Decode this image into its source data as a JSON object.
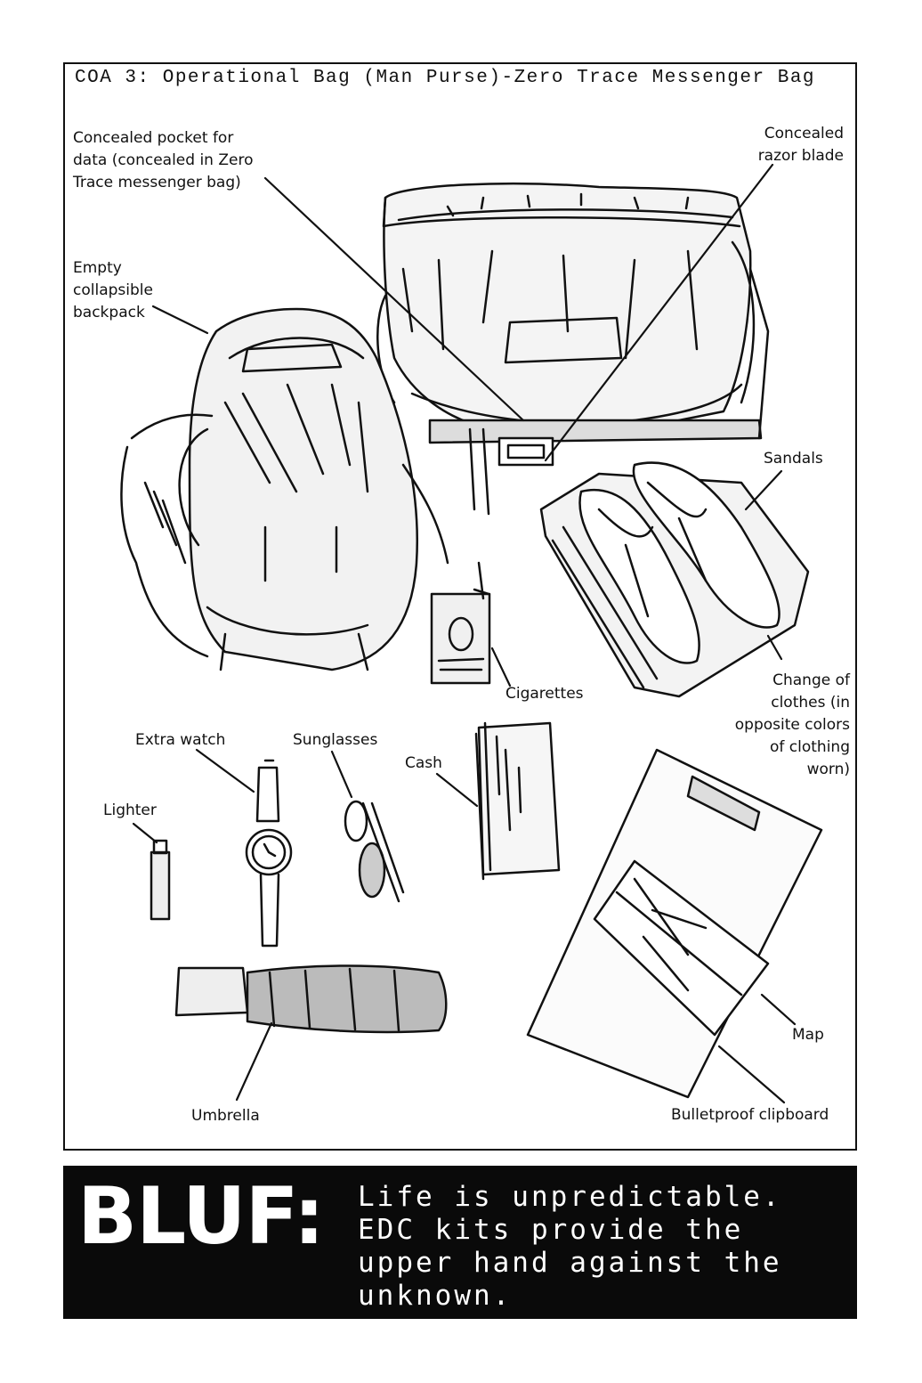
{
  "title": "COA 3: Operational Bag (Man Purse)-Zero Trace Messenger Bag",
  "labels": {
    "concealed_pocket": [
      "Concealed pocket for",
      "data (concealed in Zero",
      "Trace messenger bag)"
    ],
    "razor_blade": [
      "Concealed",
      "razor blade"
    ],
    "backpack": [
      "Empty",
      "collapsible",
      "backpack"
    ],
    "sandals": "Sandals",
    "cigarettes": "Cigarettes",
    "change_of_clothes": [
      "Change of",
      "clothes (in",
      "opposite colors",
      "of clothing",
      "worn)"
    ],
    "extra_watch": "Extra watch",
    "sunglasses": "Sunglasses",
    "cash": "Cash",
    "lighter": "Lighter",
    "map": "Map",
    "umbrella": "Umbrella",
    "clipboard": "Bulletproof clipboard"
  },
  "bluf": {
    "heading": "BLUF:",
    "lines": [
      "Life is unpredictable.",
      "EDC kits provide the",
      "upper hand against the",
      "unknown."
    ]
  }
}
